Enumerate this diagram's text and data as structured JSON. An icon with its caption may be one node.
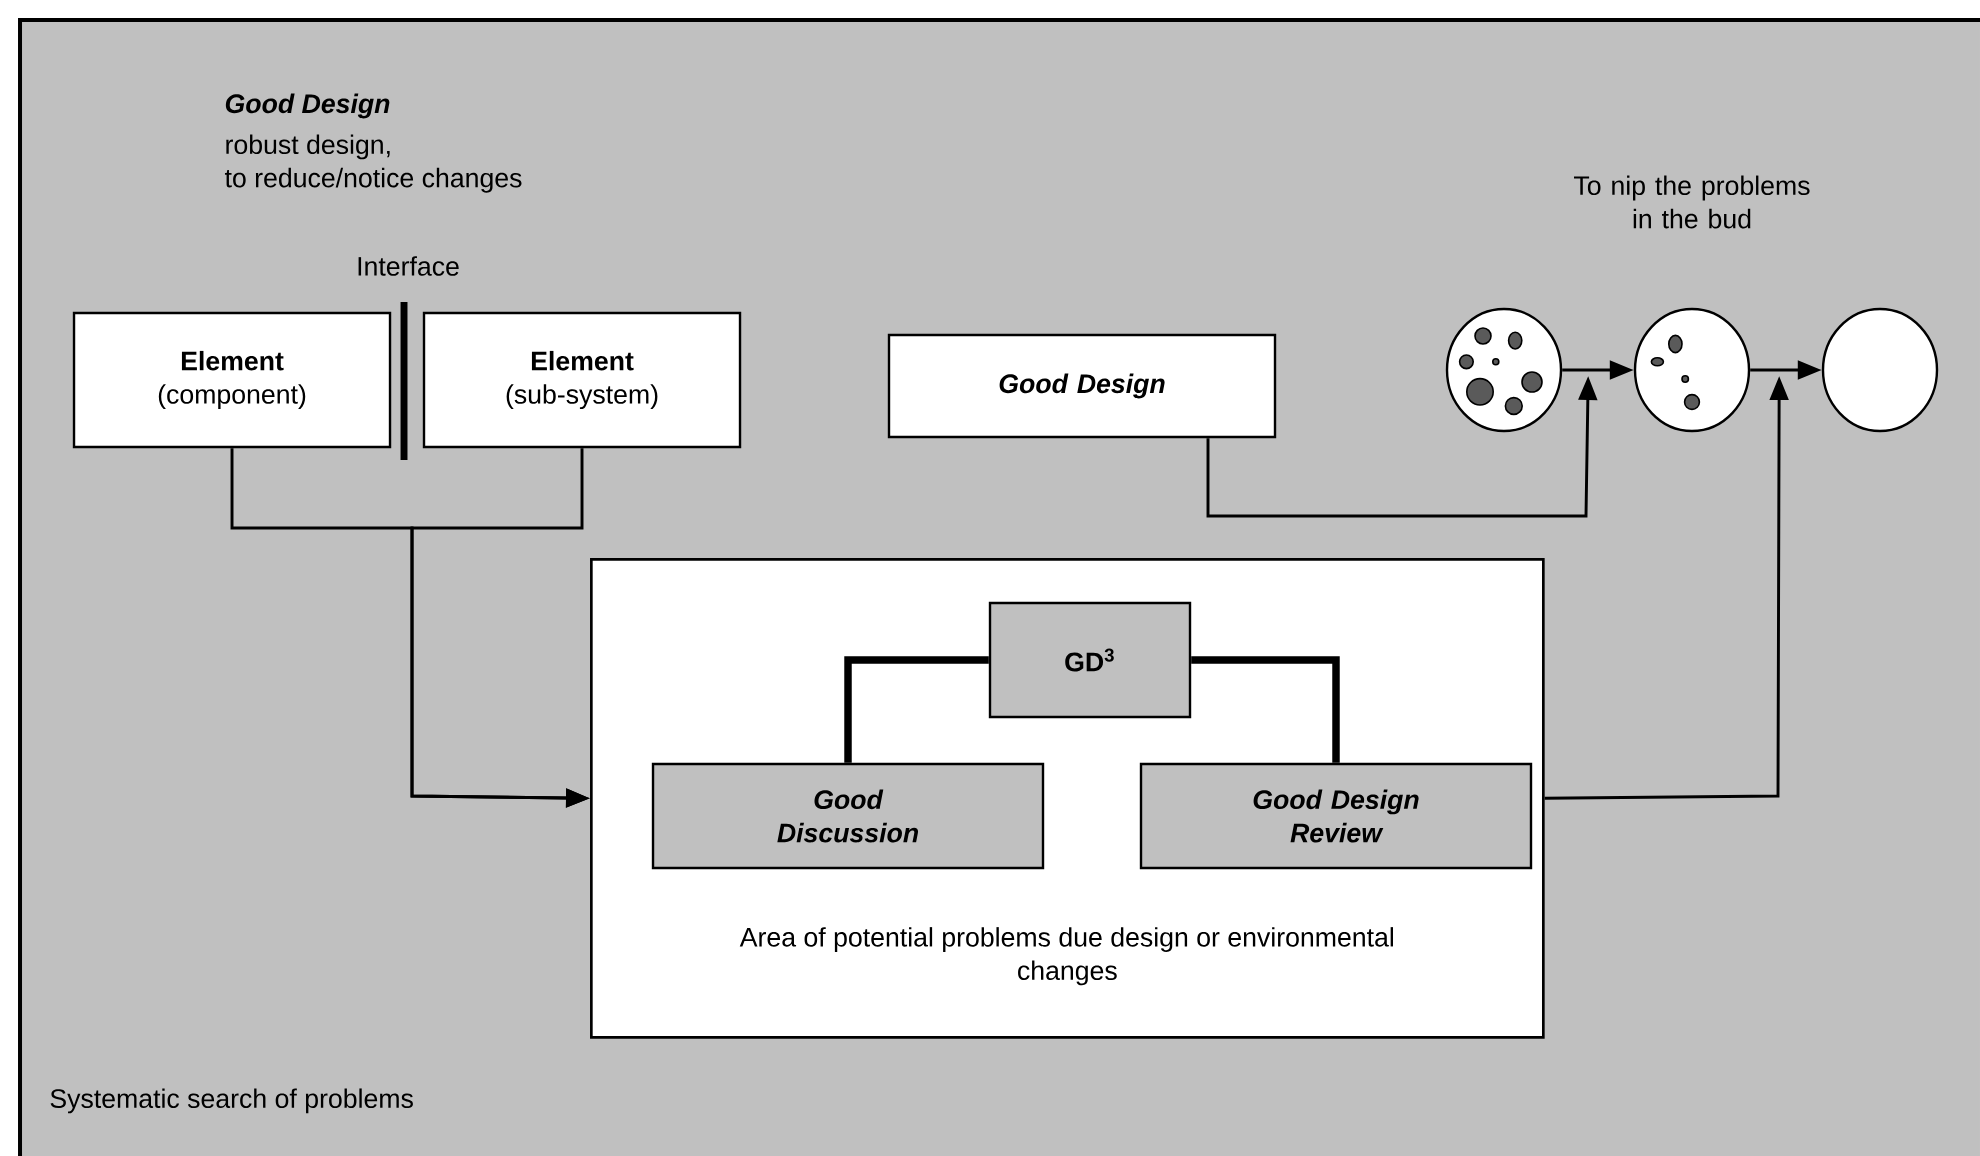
{
  "diagram": {
    "nodes": [
      {
        "text": [
          "Systematic search of problems"
        ]
      },
      {
        "text": [
          "Element",
          "(component)"
        ],
        "in": 0
      },
      {
        "text": [
          "Element",
          "(sub-system)"
        ],
        "in": 0
      },
      {
        "text": [
          "Good Design"
        ],
        "in": 0
      },
      {
        "text": [],
        "shape": "circle",
        "in": 0
      },
      {
        "text": [],
        "shape": "circle",
        "in": 0
      },
      {
        "text": [],
        "shape": "circle",
        "in": 0
      },
      {
        "text": [
          "Area of potential problems due design or environmental changes"
        ],
        "in": 0
      },
      {
        "text": [
          "GD$^{3}$"
        ],
        "in": 7
      },
      {
        "text": [
          "Good Discussion"
        ],
        "in": 7
      },
      {
        "text": [
          "Good Design Review"
        ],
        "in": 7
      }
    ],
    "edges": [
      {
        "from": 1,
        "to": 7,
        "arrow": "to"
      },
      {
        "from": 2,
        "to": 7,
        "arrow": "to"
      },
      {
        "from": 3,
        "to": 4,
        "arrow": "to"
      },
      {
        "from": 4,
        "to": 5,
        "arrow": "to"
      },
      {
        "from": 5,
        "to": 6,
        "arrow": "to"
      },
      {
        "from": 7,
        "to": 5,
        "arrow": "to"
      },
      {
        "from": 8,
        "to": 9,
        "arrow": "none",
        "style": "thick"
      },
      {
        "from": 8,
        "to": 10,
        "arrow": "none",
        "style": "thick"
      }
    ],
    "labels": [
      "Good Design",
      "robust design, to reduce/notice changes",
      "Interface",
      "To nip the problems in the bud"
    ]
  }
}
